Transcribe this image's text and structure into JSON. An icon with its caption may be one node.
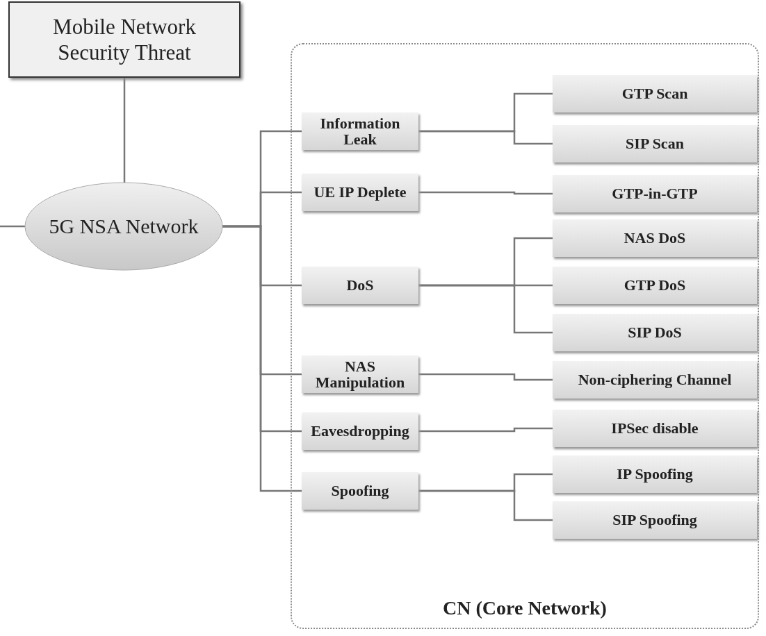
{
  "diagram": {
    "nodes": [
      {
        "text": [
          "Mobile Network Security Threat"
        ]
      },
      {
        "text": [
          "CN (Core Network)"
        ]
      },
      {
        "text": [
          "5G NSA Network"
        ]
      },
      {
        "text": [
          "Information Leak"
        ],
        "in": 1
      },
      {
        "text": [
          "UE IP Deplete"
        ],
        "in": 1
      },
      {
        "text": [
          "DoS"
        ],
        "in": 1
      },
      {
        "text": [
          "NAS Manipulation"
        ],
        "in": 1
      },
      {
        "text": [
          "Eavesdropping"
        ],
        "in": 1
      },
      {
        "text": [
          "Spoofing"
        ],
        "in": 1
      },
      {
        "text": [
          "GTP Scan"
        ],
        "in": 1
      },
      {
        "text": [
          "SIP Scan"
        ],
        "in": 1
      },
      {
        "text": [
          "GTP-in-GTP"
        ],
        "in": 1
      },
      {
        "text": [
          "NAS DoS"
        ],
        "in": 1
      },
      {
        "text": [
          "GTP DoS"
        ],
        "in": 1
      },
      {
        "text": [
          "SIP DoS"
        ],
        "in": 1
      },
      {
        "text": [
          "Non-ciphering Channel"
        ],
        "in": 1
      },
      {
        "text": [
          "IPSec disable"
        ],
        "in": 1
      },
      {
        "text": [
          "IP Spoofing"
        ],
        "in": 1
      },
      {
        "text": [
          "SIP Spoofing"
        ],
        "in": 1
      }
    ],
    "edges": [
      {
        "from": 0,
        "to": 2,
        "arrow": "none"
      },
      {
        "from": null,
        "to": 2,
        "arrow": "none"
      },
      {
        "from": 2,
        "to": 3,
        "arrow": "none"
      },
      {
        "from": 2,
        "to": 4,
        "arrow": "none"
      },
      {
        "from": 2,
        "to": 5,
        "arrow": "none"
      },
      {
        "from": 2,
        "to": 6,
        "arrow": "none"
      },
      {
        "from": 2,
        "to": 7,
        "arrow": "none"
      },
      {
        "from": 2,
        "to": 8,
        "arrow": "none"
      },
      {
        "from": 3,
        "to": 9,
        "arrow": "none"
      },
      {
        "from": 3,
        "to": 10,
        "arrow": "none"
      },
      {
        "from": 4,
        "to": 11,
        "arrow": "none"
      },
      {
        "from": 5,
        "to": 12,
        "arrow": "none"
      },
      {
        "from": 5,
        "to": 13,
        "arrow": "none"
      },
      {
        "from": 5,
        "to": 14,
        "arrow": "none"
      },
      {
        "from": 6,
        "to": 15,
        "arrow": "none"
      },
      {
        "from": 7,
        "to": 16,
        "arrow": "none"
      },
      {
        "from": 8,
        "to": 17,
        "arrow": "none"
      },
      {
        "from": 8,
        "to": 18,
        "arrow": "none"
      }
    ]
  }
}
